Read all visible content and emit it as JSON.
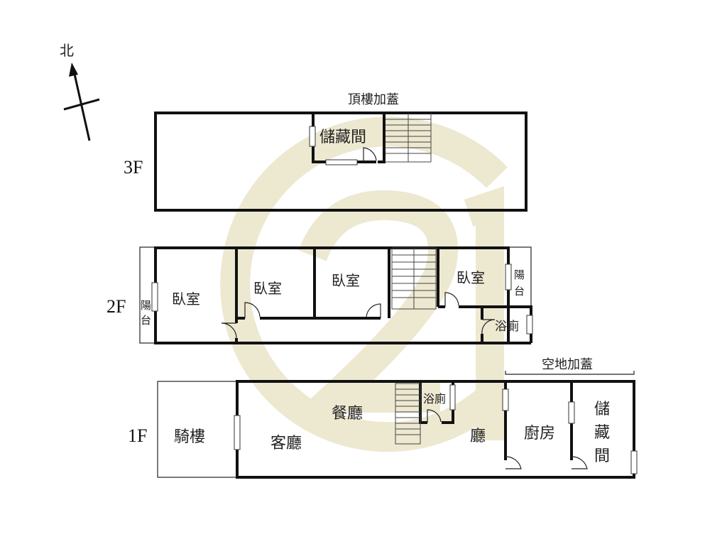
{
  "compass": {
    "north_label": "北"
  },
  "watermark": {
    "brand": "C21",
    "color": "#e9e2c4"
  },
  "floors": {
    "f3": {
      "label": "3F",
      "roof_addition": "頂樓加蓋",
      "storage": "儲藏間"
    },
    "f2": {
      "label": "2F",
      "bedroom": "臥室",
      "balcony_left": [
        "陽",
        "台"
      ],
      "balcony_right": [
        "陽",
        "台"
      ],
      "bathroom": "浴廁"
    },
    "f1": {
      "label": "1F",
      "arcade": "騎樓",
      "living_room": "客廳",
      "dining_room": "餐廳",
      "bathroom": "浴廁",
      "hall": "廳",
      "kitchen": "廚房",
      "storage": [
        "儲",
        "藏",
        "間"
      ],
      "yard_addition": "空地加蓋"
    }
  }
}
